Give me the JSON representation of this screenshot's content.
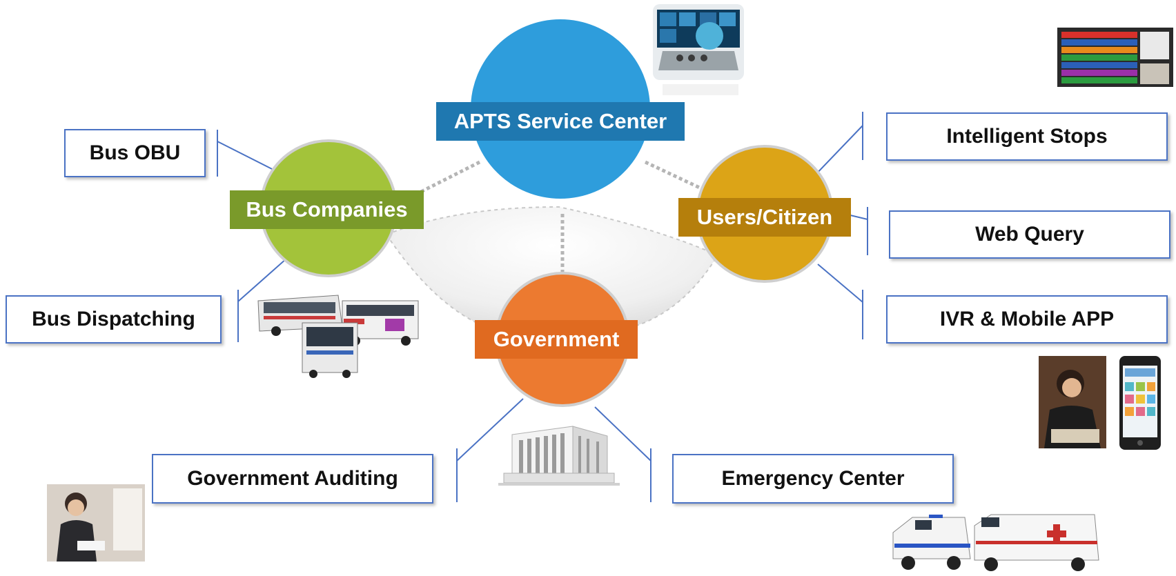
{
  "hubs": {
    "service_center": {
      "label": "APTS Service Center",
      "color": "#2e9ddc",
      "label_bg": "#1f78b0"
    },
    "bus_companies": {
      "label": "Bus Companies",
      "color": "#a3c33a",
      "label_bg": "#7a9a2a"
    },
    "users": {
      "label": "Users/Citizen",
      "color": "#dca417",
      "label_bg": "#b57f0c"
    },
    "government": {
      "label": "Government",
      "color": "#ec7a30",
      "label_bg": "#e06a20"
    }
  },
  "boxes": {
    "bus_obu": "Bus OBU",
    "bus_dispatching": "Bus Dispatching",
    "intelligent_stops": "Intelligent Stops",
    "web_query": "Web Query",
    "ivr_mobile": "IVR & Mobile APP",
    "gov_auditing": "Government Auditing",
    "emergency_center": "Emergency Center"
  },
  "colors": {
    "connector": "#4a72c4",
    "dotted_link": "#b5b5b5"
  }
}
